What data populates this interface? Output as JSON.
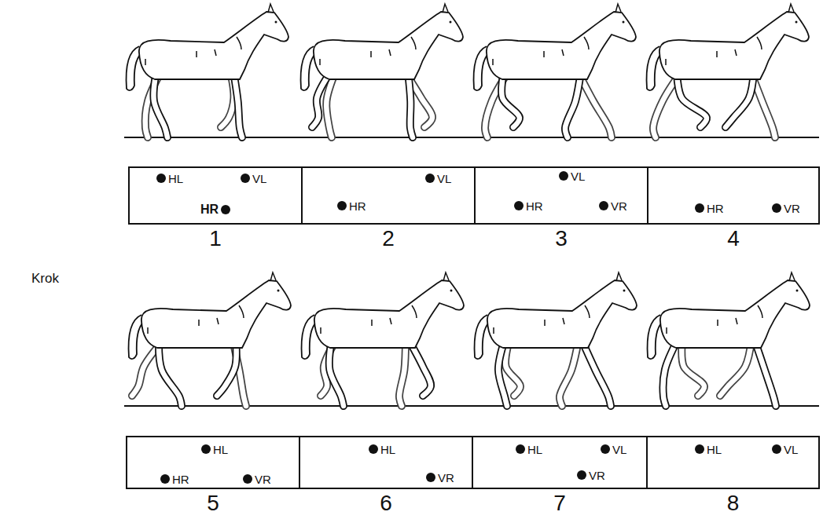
{
  "diagram": {
    "nodes": [
      {
        "text": [
          "HL",
          "VL",
          "HR",
          "1"
        ]
      },
      {
        "text": [
          "VL",
          "HR",
          "2"
        ]
      },
      {
        "text": [
          "VL",
          "HR",
          "VR",
          "3"
        ]
      },
      {
        "text": [
          "HR",
          "VR",
          "4"
        ]
      },
      {
        "text": [
          "HL",
          "HR",
          "VR",
          "5"
        ]
      },
      {
        "text": [
          "HL",
          "VR",
          "6"
        ]
      },
      {
        "text": [
          "HL",
          "VL",
          "VR",
          "7"
        ]
      },
      {
        "text": [
          "HL",
          "VL",
          "8"
        ]
      }
    ],
    "labels": [
      "Krok"
    ]
  }
}
